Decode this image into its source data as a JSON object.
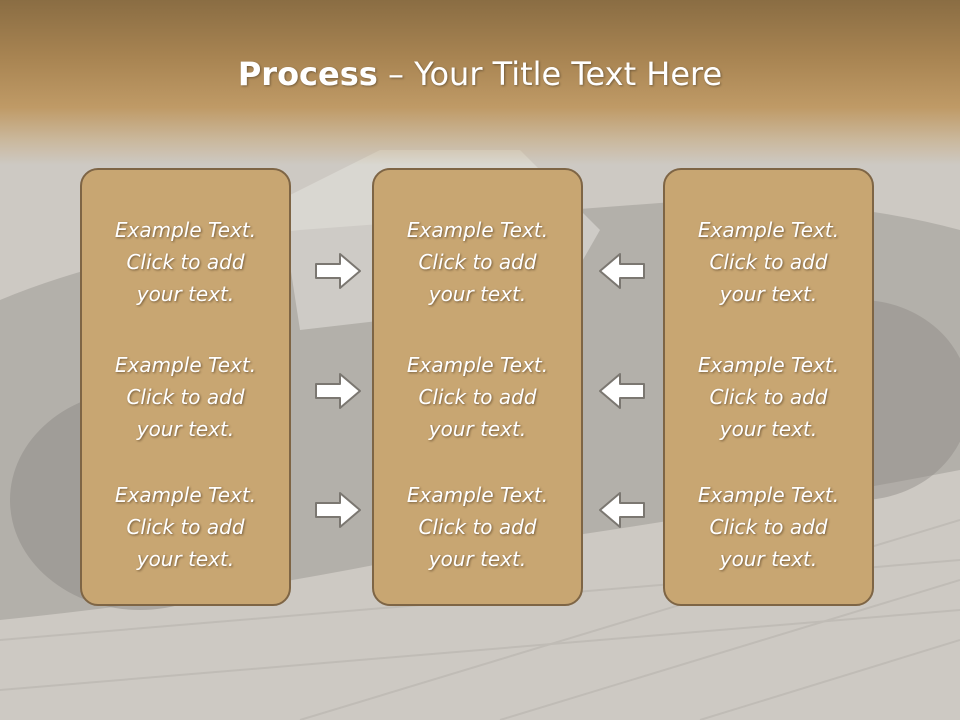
{
  "slide": {
    "title_bold": "Process",
    "title_rest": " – Your Title Text Here"
  },
  "columns": [
    {
      "blocks": [
        {
          "line1": "Example Text.",
          "line2": "Click  to add",
          "line3": "your text."
        },
        {
          "line1": "Example Text.",
          "line2": "Click  to add",
          "line3": "your text."
        },
        {
          "line1": "Example Text.",
          "line2": "Click  to add",
          "line3": "your text."
        }
      ]
    },
    {
      "blocks": [
        {
          "line1": "Example Text.",
          "line2": "Click  to add",
          "line3": "your text."
        },
        {
          "line1": "Example Text.",
          "line2": "Click  to add",
          "line3": "your text."
        },
        {
          "line1": "Example Text.",
          "line2": "Click  to add",
          "line3": "your text."
        }
      ]
    },
    {
      "blocks": [
        {
          "line1": "Example Text.",
          "line2": "Click  to add",
          "line3": "your text."
        },
        {
          "line1": "Example Text.",
          "line2": "Click  to add",
          "line3": "your text."
        },
        {
          "line1": "Example Text.",
          "line2": "Click  to add",
          "line3": "your text."
        }
      ]
    }
  ],
  "colors": {
    "title_band": "#a88452",
    "box_fill": "#c8a672",
    "box_border": "#7e6545",
    "background": "#cfcbc5"
  },
  "icons": {
    "left_arrows": "arrow-right-icon",
    "right_arrows": "arrow-left-icon"
  }
}
